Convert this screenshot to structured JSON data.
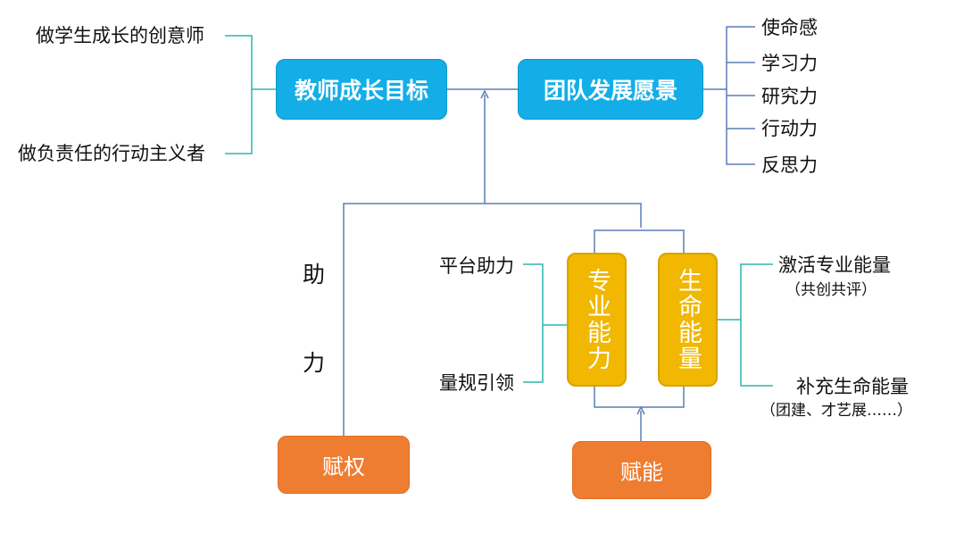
{
  "top": {
    "left_node": "教师成长目标",
    "right_node": "团队发展愿景",
    "left_items": [
      "做学生成长的创意师",
      "做负责任的行动主义者"
    ],
    "right_items": [
      "使命感",
      "学习力",
      "研究力",
      "行动力",
      "反思力"
    ]
  },
  "support": {
    "label_line1": "助",
    "label_line2": "力"
  },
  "middle": {
    "left_box": "专业能力",
    "right_box": "生命能量",
    "left_items": [
      "平台助力",
      "量规引领"
    ],
    "right_item1_main": "激活专业能量",
    "right_item1_sub": "（共创共评）",
    "right_item2_main": "补充生命能量",
    "right_item2_sub": "（团建、才艺展……）"
  },
  "bottom": {
    "left_node": "赋权",
    "right_node": "赋能"
  },
  "colors": {
    "blue": "#13aee8",
    "orange": "#ef7d31",
    "gold": "#f1b701",
    "teal_line": "#2db5b0",
    "slate_line": "#5a7fb5"
  }
}
